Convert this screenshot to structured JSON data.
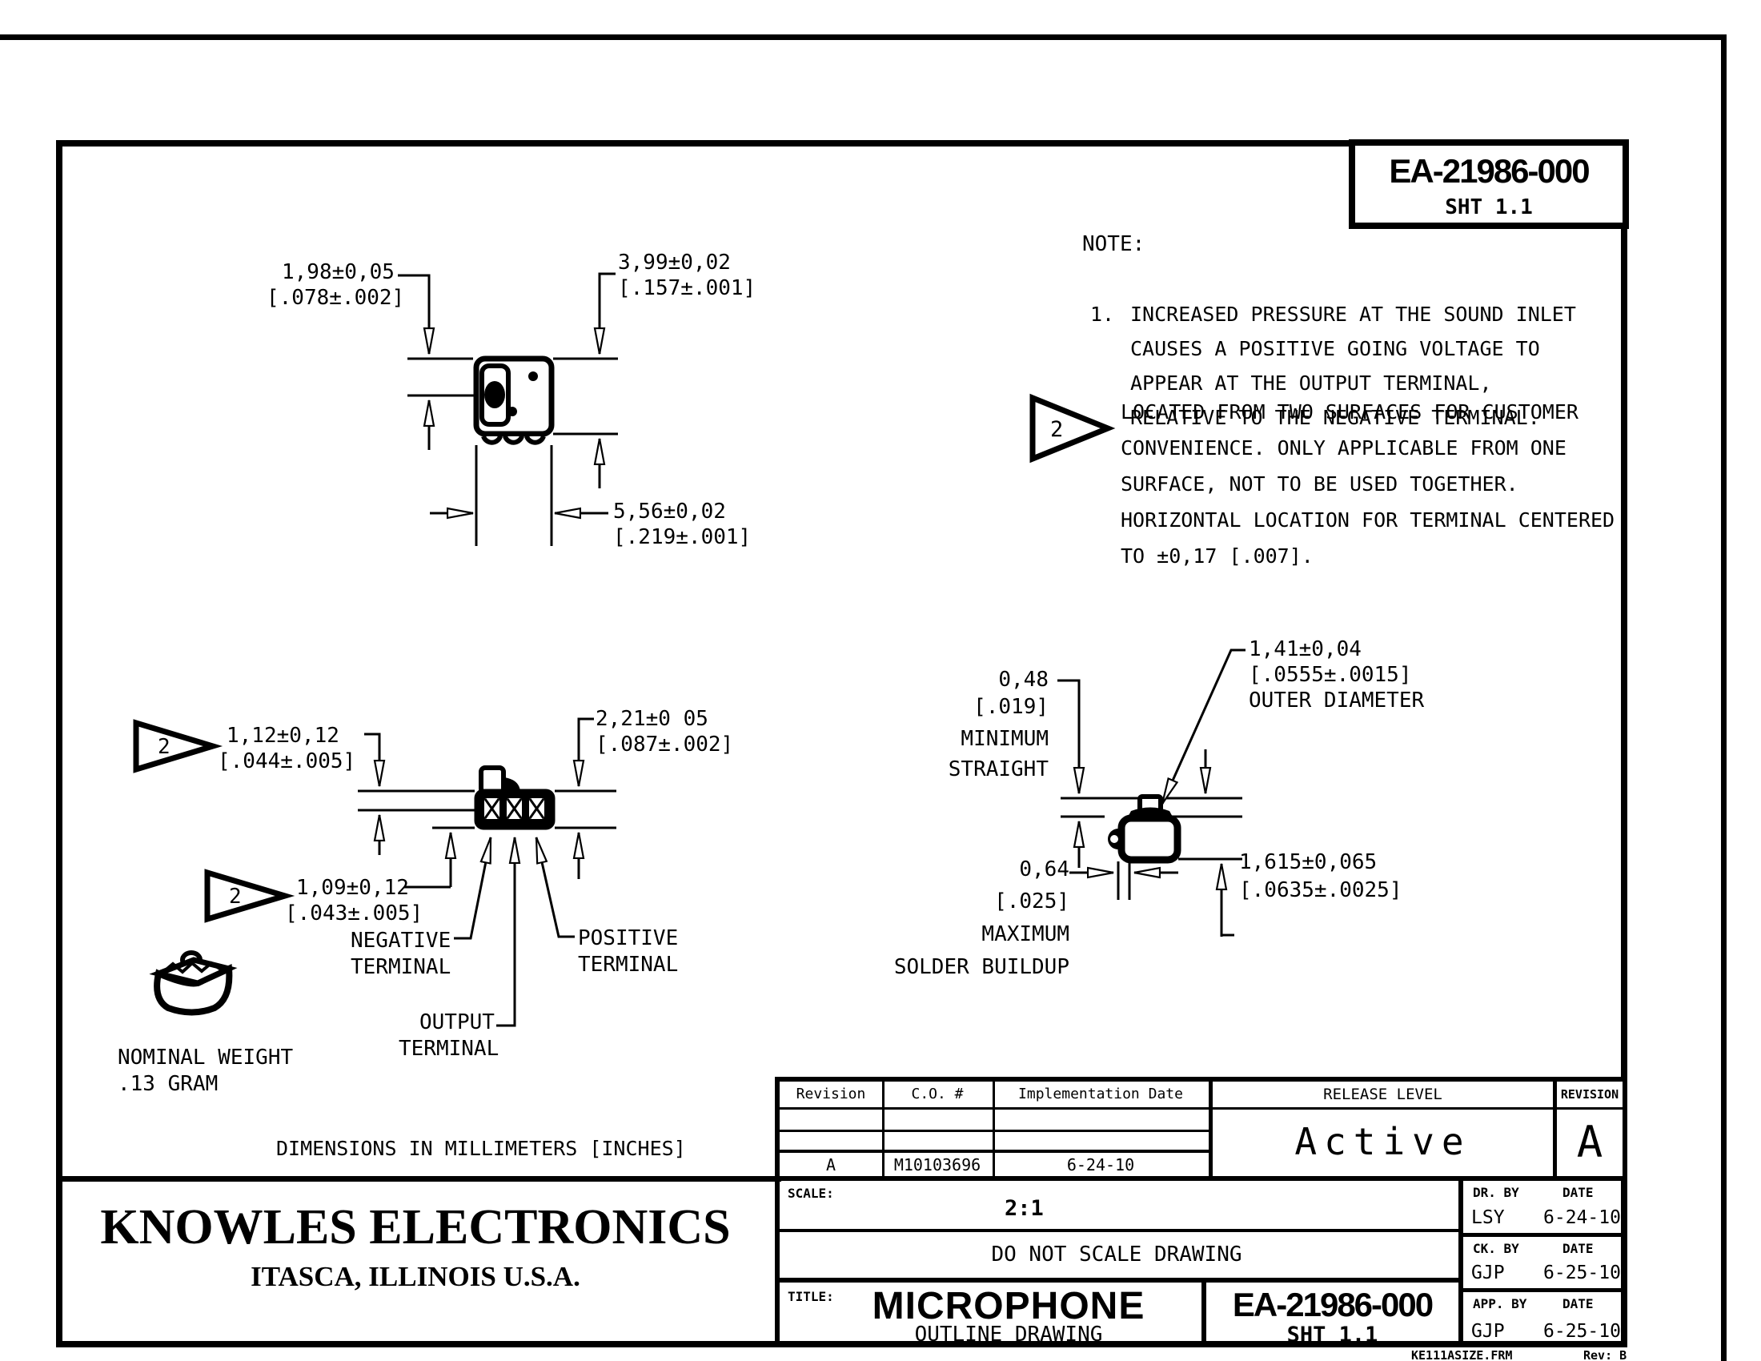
{
  "doc_box": {
    "number": "EA-21986-000",
    "sheet": "SHT 1.1"
  },
  "notes": {
    "heading": "NOTE:",
    "note1_prefix": "1.",
    "note1_lines": [
      "INCREASED PRESSURE AT THE SOUND INLET",
      "CAUSES A POSITIVE GOING VOLTAGE TO",
      "APPEAR AT THE OUTPUT TERMINAL,",
      "RELATIVE TO THE NEGATIVE TERMINAL."
    ],
    "note2_flag": "2",
    "note2_lines": [
      "LOCATED FROM TWO SURFACES FOR CUSTOMER",
      "CONVENIENCE.  ONLY APPLICABLE FROM ONE",
      "SURFACE, NOT TO BE USED TOGETHER.",
      "HORIZONTAL LOCATION FOR TERMINAL CENTERED",
      "TO ±0,17 [.007]."
    ]
  },
  "top_view": {
    "dim_height_mm": "1,98±0,05",
    "dim_height_in": "[.078±.002]",
    "dim_depth_mm": "3,99±0,02",
    "dim_depth_in": "[.157±.001]",
    "dim_width_mm": "5,56±0,02",
    "dim_width_in": "[.219±.001]"
  },
  "front_view": {
    "flag1": "2",
    "dim1_mm": "1,12±0,12",
    "dim1_in": "[.044±.005]",
    "flag2": "2",
    "dim2_mm": "1,09±0,12",
    "dim2_in": "[.043±.005]",
    "dim3_mm": "2,21±0 05",
    "dim3_in": "[.087±.002]",
    "neg_label_1": "NEGATIVE",
    "neg_label_2": "TERMINAL",
    "out_label_1": "OUTPUT",
    "out_label_2": "TERMINAL",
    "pos_label_1": "POSITIVE",
    "pos_label_2": "TERMINAL"
  },
  "side_view": {
    "dim_od_mm": "1,41±0,04",
    "dim_od_in": "[.0555±.0015]",
    "dim_od_label": "OUTER DIAMETER",
    "dim_straight_mm": "0,48",
    "dim_straight_in": "[.019]",
    "dim_straight_l1": "MINIMUM",
    "dim_straight_l2": "STRAIGHT",
    "dim_solder_mm": "0,64",
    "dim_solder_in": "[.025]",
    "dim_solder_l1": "MAXIMUM",
    "dim_solder_l2": "SOLDER BUILDUP",
    "dim_total_mm": "1,615±0,065",
    "dim_total_in": "[.0635±.0025]"
  },
  "iso_view": {
    "weight_l1": "NOMINAL WEIGHT",
    "weight_l2": ".13 GRAM"
  },
  "units_note": "DIMENSIONS IN MILLIMETERS [INCHES]",
  "company": {
    "name": "KNOWLES ELECTRONICS",
    "location": "ITASCA, ILLINOIS U.S.A."
  },
  "revision_table": {
    "col_revision": "Revision",
    "col_co": "C.O. #",
    "col_impl": "Implementation Date",
    "release_level_header": "RELEASE LEVEL",
    "revision_header": "REVISION",
    "data_row": {
      "revision": "A",
      "co": "M10103696",
      "date": "6-24-10"
    },
    "release_level": "Active",
    "revision": "A"
  },
  "title_block": {
    "scale_label": "SCALE:",
    "scale": "2:1",
    "do_not_scale": "DO NOT SCALE DRAWING",
    "title_label": "TITLE:",
    "title": "MICROPHONE",
    "subtitle": "OUTLINE DRAWING",
    "doc_number": "EA-21986-000",
    "sheet": "SHT 1.1",
    "signoff": [
      {
        "role": "DR. BY",
        "date_label": "DATE",
        "name": "LSY",
        "date": "6-24-10"
      },
      {
        "role": "CK. BY",
        "date_label": "DATE",
        "name": "GJP",
        "date": "6-25-10"
      },
      {
        "role": "APP. BY",
        "date_label": "DATE",
        "name": "GJP",
        "date": "6-25-10"
      }
    ]
  },
  "footer": {
    "form": "KE111ASIZE.FRM",
    "rev": "Rev: B"
  }
}
